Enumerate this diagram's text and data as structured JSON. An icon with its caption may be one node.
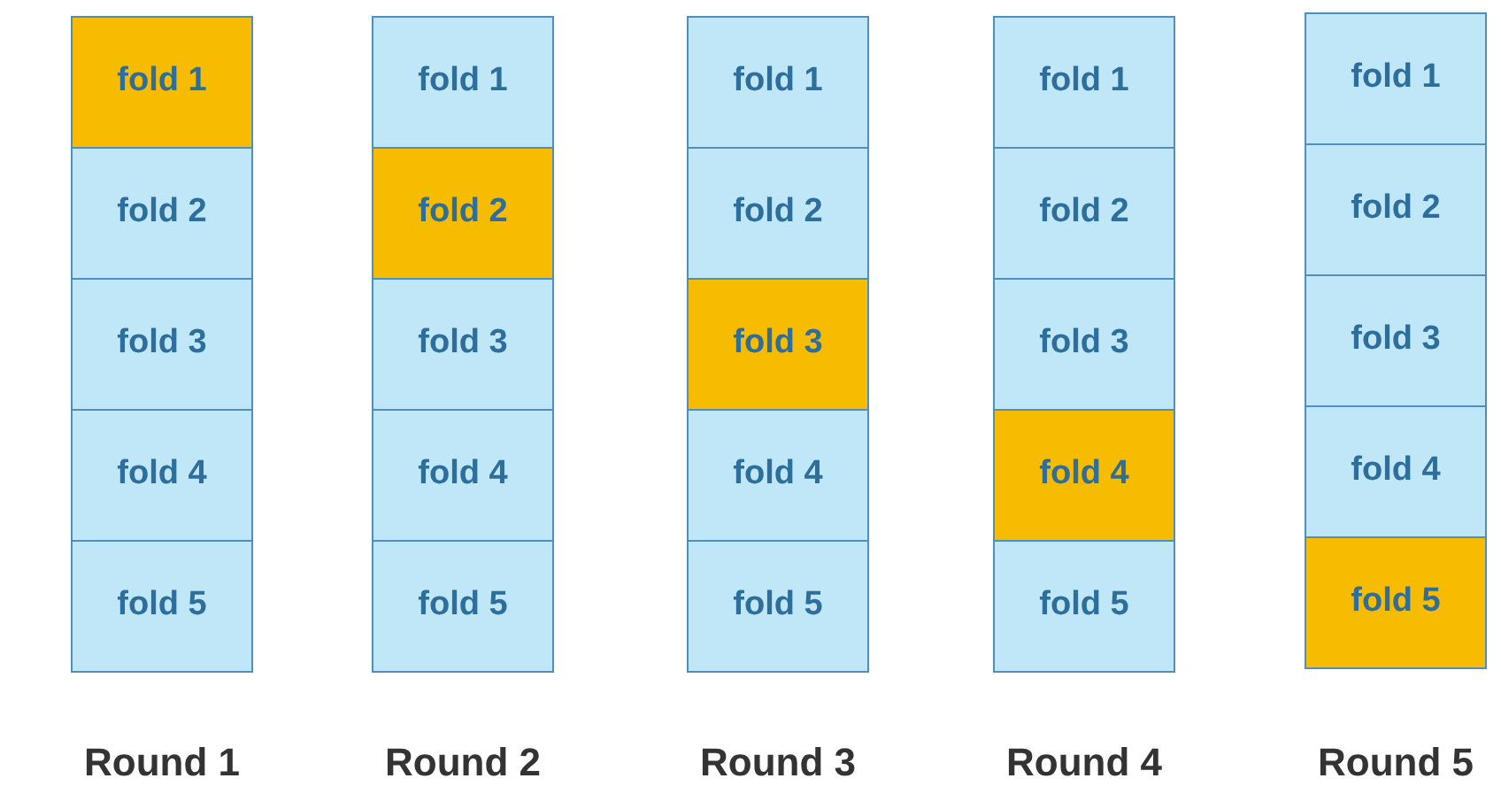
{
  "diagram": {
    "nodes": [
      {
        "text": [
          "fold 1"
        ]
      },
      {
        "text": [
          "fold 2"
        ]
      },
      {
        "text": [
          "fold 3"
        ]
      },
      {
        "text": [
          "fold 4"
        ]
      },
      {
        "text": [
          "fold 5"
        ]
      },
      {
        "text": [
          "fold 1"
        ]
      },
      {
        "text": [
          "fold 2"
        ]
      },
      {
        "text": [
          "fold 3"
        ]
      },
      {
        "text": [
          "fold 4"
        ]
      },
      {
        "text": [
          "fold 5"
        ]
      },
      {
        "text": [
          "fold 1"
        ]
      },
      {
        "text": [
          "fold 2"
        ]
      },
      {
        "text": [
          "fold 3"
        ]
      },
      {
        "text": [
          "fold 4"
        ]
      },
      {
        "text": [
          "fold 5"
        ]
      },
      {
        "text": [
          "fold 1"
        ]
      },
      {
        "text": [
          "fold 2"
        ]
      },
      {
        "text": [
          "fold 3"
        ]
      },
      {
        "text": [
          "fold 4"
        ]
      },
      {
        "text": [
          "fold 5"
        ]
      },
      {
        "text": [
          "fold 1"
        ]
      },
      {
        "text": [
          "fold 2"
        ]
      },
      {
        "text": [
          "fold 3"
        ]
      },
      {
        "text": [
          "fold 4"
        ]
      },
      {
        "text": [
          "fold 5"
        ]
      }
    ],
    "labels": [
      "Round 1",
      "Round 2",
      "Round 3",
      "Round 4",
      "Round 5"
    ]
  }
}
